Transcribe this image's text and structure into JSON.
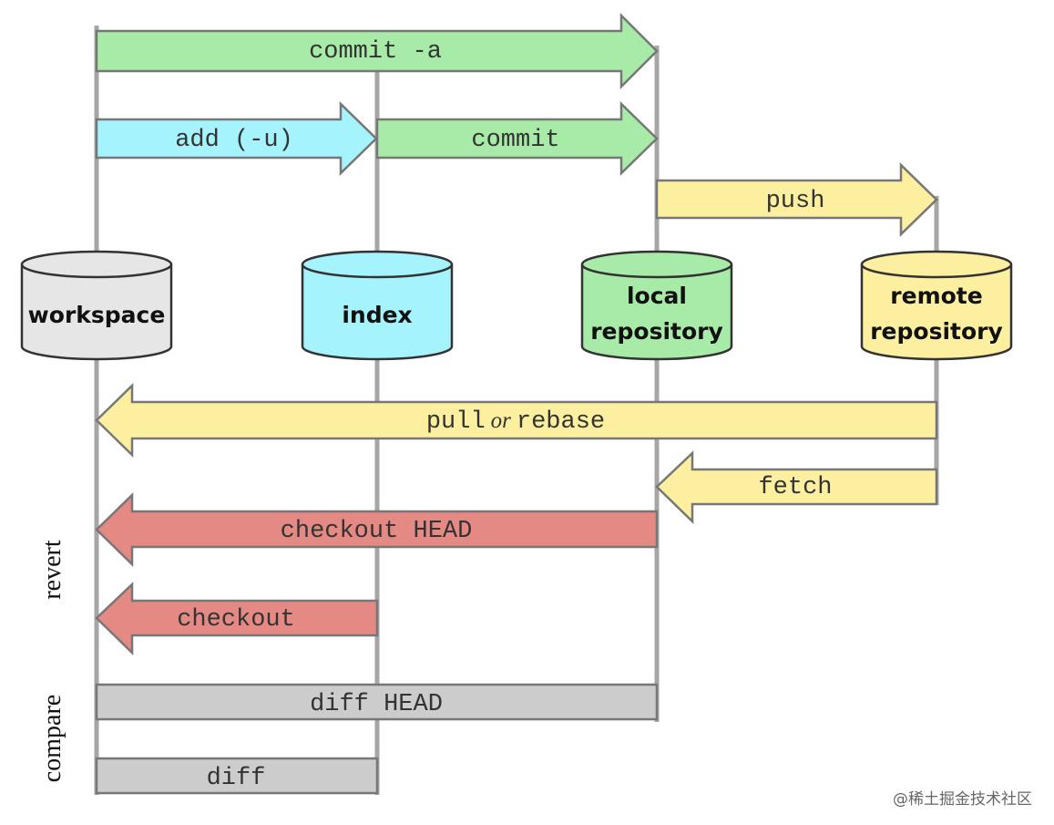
{
  "stores": {
    "workspace": "workspace",
    "index": "index",
    "local_line1": "local",
    "local_line2": "repository",
    "remote_line1": "remote",
    "remote_line2": "repository"
  },
  "commands": {
    "commit_a": "commit -a",
    "add": "add (-u)",
    "commit": "commit",
    "push": "push",
    "pull": "pull",
    "pull_or": "or",
    "rebase": "rebase",
    "fetch": "fetch",
    "checkout_head": "checkout HEAD",
    "checkout": "checkout",
    "diff_head": "diff HEAD",
    "diff": "diff"
  },
  "side_labels": {
    "revert": "revert",
    "compare": "compare"
  },
  "watermark": "@稀土掘金技术社区",
  "colors": {
    "green": "#a8eba9",
    "cyan": "#a5f3fd",
    "yellow": "#fcf0a0",
    "red": "#e58984",
    "gray": "#cccccc",
    "workspace_drum": "#e6e6e6",
    "index_drum": "#a5f3fd",
    "local_drum": "#a8eba9",
    "remote_drum": "#fcf0a0"
  }
}
